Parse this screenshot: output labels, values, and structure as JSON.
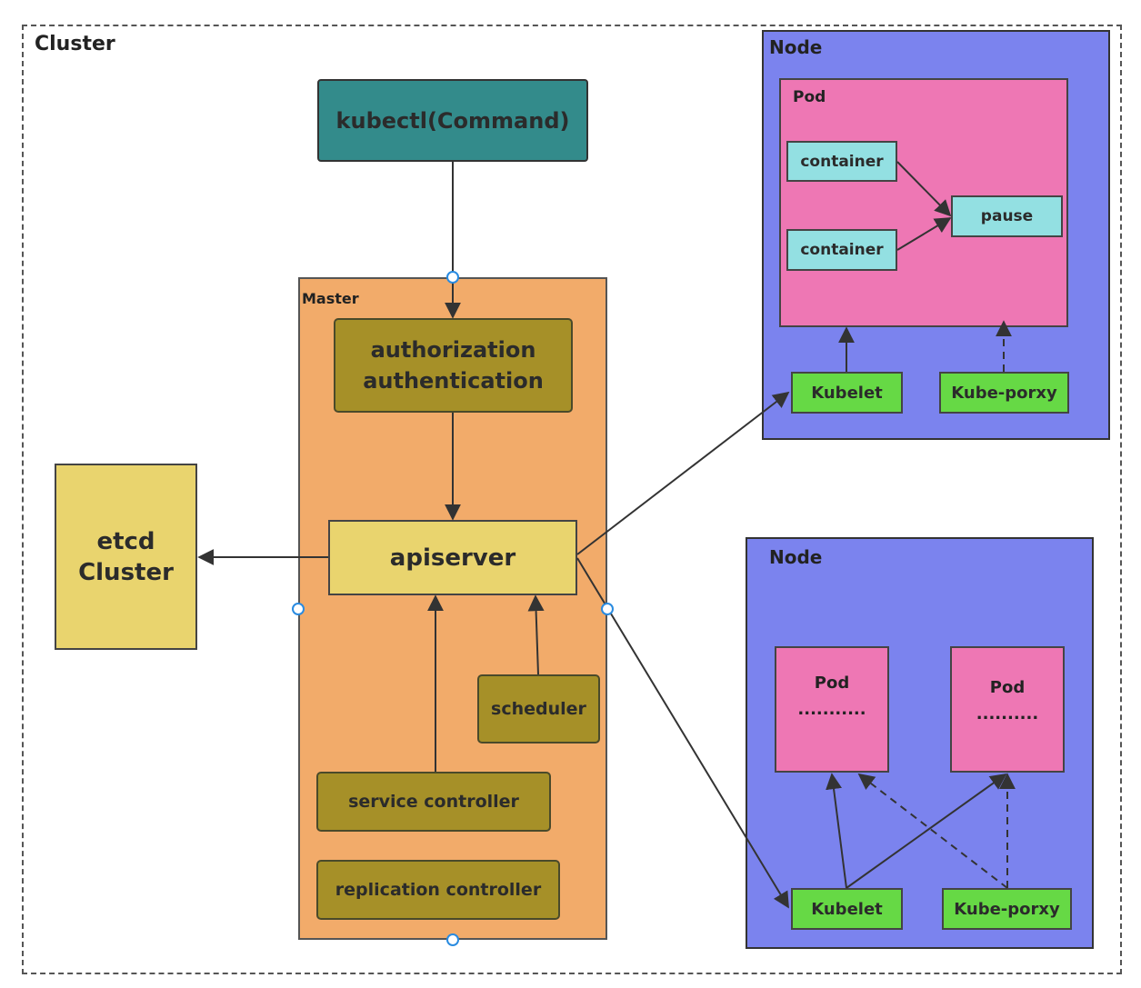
{
  "cluster": {
    "label": "Cluster"
  },
  "kubectl": {
    "label": "kubectl(Command)"
  },
  "master": {
    "label": "Master",
    "auth_line1": "authorization",
    "auth_line2": "authentication",
    "apiserver": "apiserver",
    "scheduler": "scheduler",
    "service_controller": "service controller",
    "replication_controller": "replication controller"
  },
  "etcd": {
    "line1": "etcd",
    "line2": "Cluster"
  },
  "node1": {
    "label": "Node",
    "pod_label": "Pod",
    "container_1": "container",
    "container_2": "container",
    "pause": "pause",
    "kubelet": "Kubelet",
    "proxy": "Kube-porxy"
  },
  "node2": {
    "label": "Node",
    "pod_1": {
      "label": "Pod",
      "dots": "..........."
    },
    "pod_2": {
      "label": "Pod",
      "dots": ".........."
    },
    "kubelet": "Kubelet",
    "proxy": "Kube-porxy"
  },
  "colors": {
    "kubectl": "#338b8b",
    "master": "#f2ab6a",
    "olive": "#a69028",
    "apiserver": "#e9d46e",
    "node": "#7b83ee",
    "pod": "#ee77b4",
    "container": "#93e0e2",
    "agent": "#66d945"
  }
}
